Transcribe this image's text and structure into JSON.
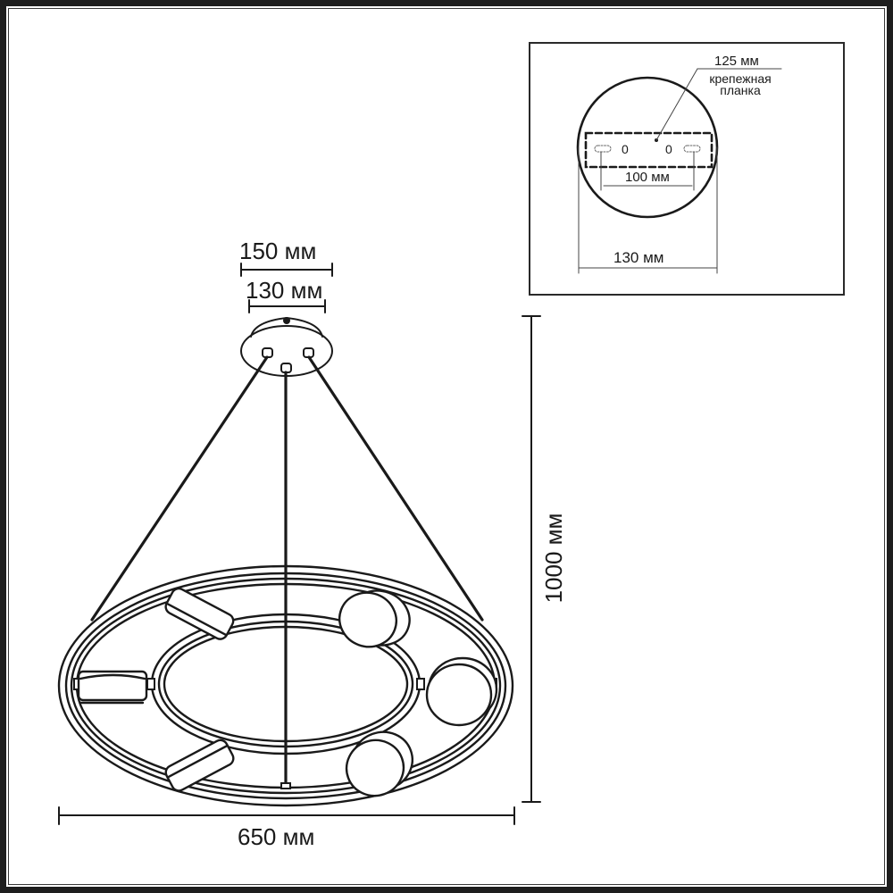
{
  "diagram": {
    "subject": "pendant lamp dimension drawing",
    "dimensions": {
      "canopy_outer": "150 мм",
      "canopy_inner": "130 мм",
      "height": "1000 мм",
      "width": "650 мм"
    },
    "inset": {
      "plate_length": "125 мм",
      "plate_label_line1": "крепежная",
      "plate_label_line2": "планка",
      "hole_spacing": "100 мм",
      "canopy_diameter": "130 мм",
      "hole_mark_left": "0",
      "hole_mark_right": "0"
    },
    "colors": {
      "line": "#1a1a1a",
      "background": "#ffffff",
      "frame": "#1e1e1e"
    },
    "lamp_parts": {
      "suspension_cables": 3,
      "spot_heads": 6,
      "rings": 2
    }
  }
}
